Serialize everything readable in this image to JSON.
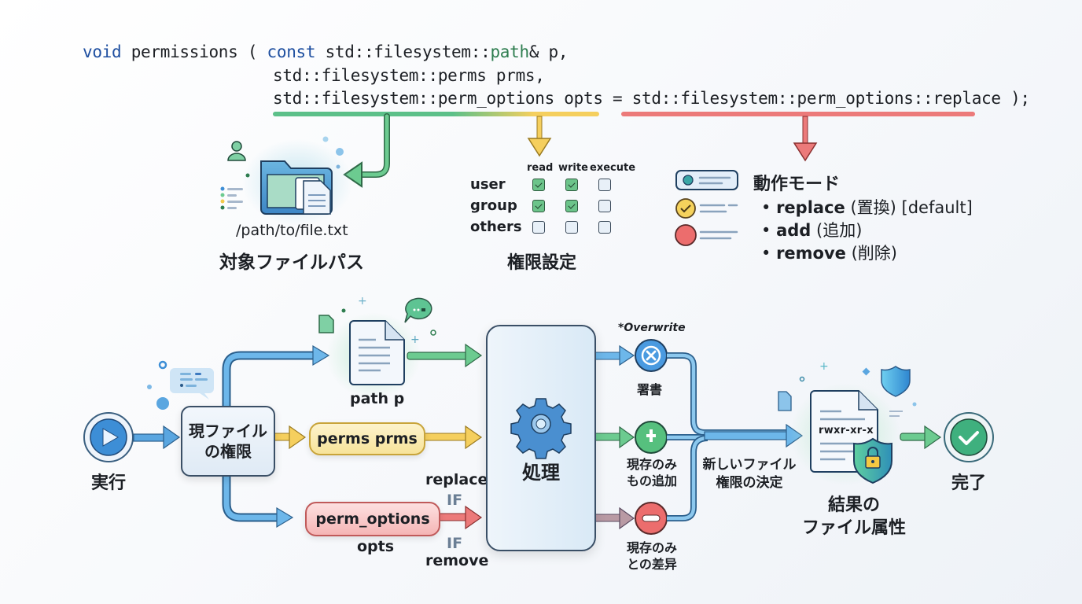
{
  "signature": {
    "line1": {
      "kw": "void",
      "fn": " permissions ( ",
      "kw2": "const",
      "t1": " std::filesystem::",
      "ty": "path",
      "t2": "& p,"
    },
    "line2": "std::filesystem::perms prms,",
    "line3": "std::filesystem::perm_options opts = std::filesystem::perm_options::replace );"
  },
  "target_path": {
    "path_text": "/path/to/file.txt",
    "caption": "対象ファイルパス"
  },
  "permission_grid": {
    "columns": [
      "read",
      "write",
      "execute"
    ],
    "rows": [
      {
        "label": "user",
        "values": [
          true,
          true,
          false
        ]
      },
      {
        "label": "group",
        "values": [
          true,
          true,
          false
        ]
      },
      {
        "label": "others",
        "values": [
          false,
          false,
          false
        ]
      }
    ],
    "caption": "権限設定"
  },
  "modes": {
    "title": "動作モード",
    "items": [
      {
        "name": "replace",
        "jp": "(置換)",
        "note": "[default]"
      },
      {
        "name": "add",
        "jp": "(追加)",
        "note": ""
      },
      {
        "name": "remove",
        "jp": "(削除)",
        "note": ""
      }
    ]
  },
  "flow": {
    "start_label": "実行",
    "current_perms": "現ファイル\nの権限",
    "current_perms_l1": "現ファイル",
    "current_perms_l2": "の権限",
    "path_label": "path p",
    "perms_label": "perms prms",
    "options_label": "perm_options",
    "options_sub": "opts",
    "replace_if": "replace",
    "if1": "IF",
    "if2": "IF",
    "remove_if": "remove",
    "process_label": "処理",
    "overwrite_note": "*Overwrite",
    "op_overwrite": "署書",
    "op_add_l1": "現存のみ",
    "op_add_l2": "もの追加",
    "op_remove_l1": "現存のみ",
    "op_remove_l2": "との差异",
    "decide_l1": "新しいファイル",
    "decide_l2": "権限の決定",
    "result_perm_string": "rwxr-xr-x",
    "result_l1": "結果の",
    "result_l2": "ファイル属性",
    "done_label": "完了"
  },
  "colors": {
    "blue": "#3d8ed6",
    "green": "#4cbf7a",
    "yellow": "#f2c94c",
    "red": "#e86a6a",
    "keyword": "#1f4fa0",
    "type": "#2e7d4f"
  }
}
